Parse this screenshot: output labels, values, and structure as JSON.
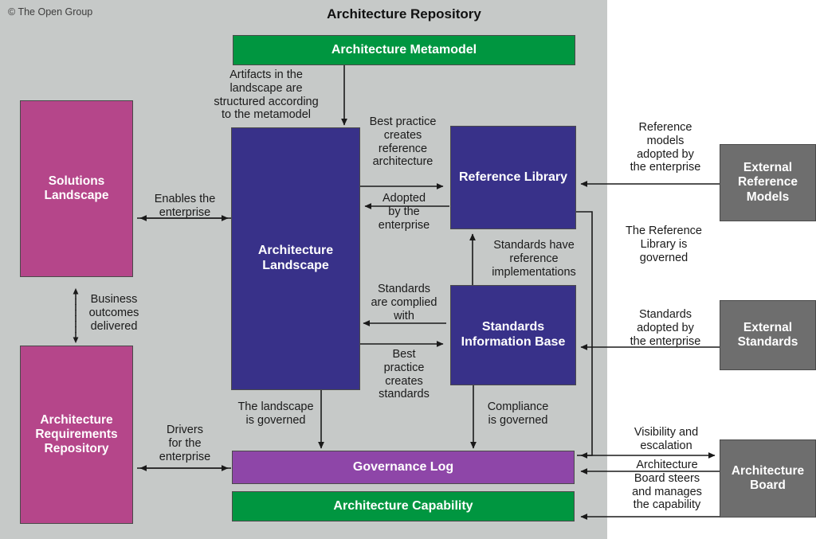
{
  "diagram": {
    "title": "Architecture Repository",
    "copyright": "© The Open Group",
    "colors": {
      "panel_background": "#c6c9c8",
      "green": "#009640",
      "blue": "#383189",
      "pink": "#b5468a",
      "purple": "#8e46a8",
      "gray": "#6e6e6e",
      "page_background": "#ffffff"
    }
  },
  "boxes": {
    "architecture_metamodel": "Architecture Metamodel",
    "architecture_landscape": "Architecture\nLandscape",
    "reference_library": "Reference\nLibrary",
    "standards_information_base": "Standards\nInformation Base",
    "governance_log": "Governance Log",
    "architecture_capability": "Architecture Capability",
    "solutions_landscape": "Solutions\nLandscape",
    "architecture_requirements_repository": "Architecture\nRequirements\nRepository",
    "external_reference_models": "External\nReference\nModels",
    "external_standards": "External\nStandards",
    "architecture_board": "Architecture\nBoard"
  },
  "labels": {
    "artifacts_structured": "Artifacts in the\nlandscape are\nstructured according\nto the metamodel",
    "best_practice_reference": "Best practice\ncreates\nreference\narchitecture",
    "adopted_by_enterprise": "Adopted\nby the\nenterprise",
    "standards_reference_impl": "Standards have\nreference\nimplementations",
    "standards_complied": "Standards\nare complied\nwith",
    "best_practice_standards": "Best\npractice\ncreates\nstandards",
    "enables_enterprise": "Enables the\nenterprise",
    "business_outcomes": "Business\noutcomes\ndelivered",
    "drivers_enterprise": "Drivers\nfor the\nenterprise",
    "landscape_governed": "The landscape\nis governed",
    "compliance_governed": "Compliance\nis governed",
    "reference_models_adopted": "Reference\nmodels\nadopted by\nthe enterprise",
    "reference_library_governed": "The Reference\nLibrary is\ngoverned",
    "standards_adopted": "Standards\nadopted by\nthe enterprise",
    "visibility_escalation": "Visibility and\nescalation",
    "board_steers": "Architecture\nBoard steers\nand manages\nthe capability"
  }
}
